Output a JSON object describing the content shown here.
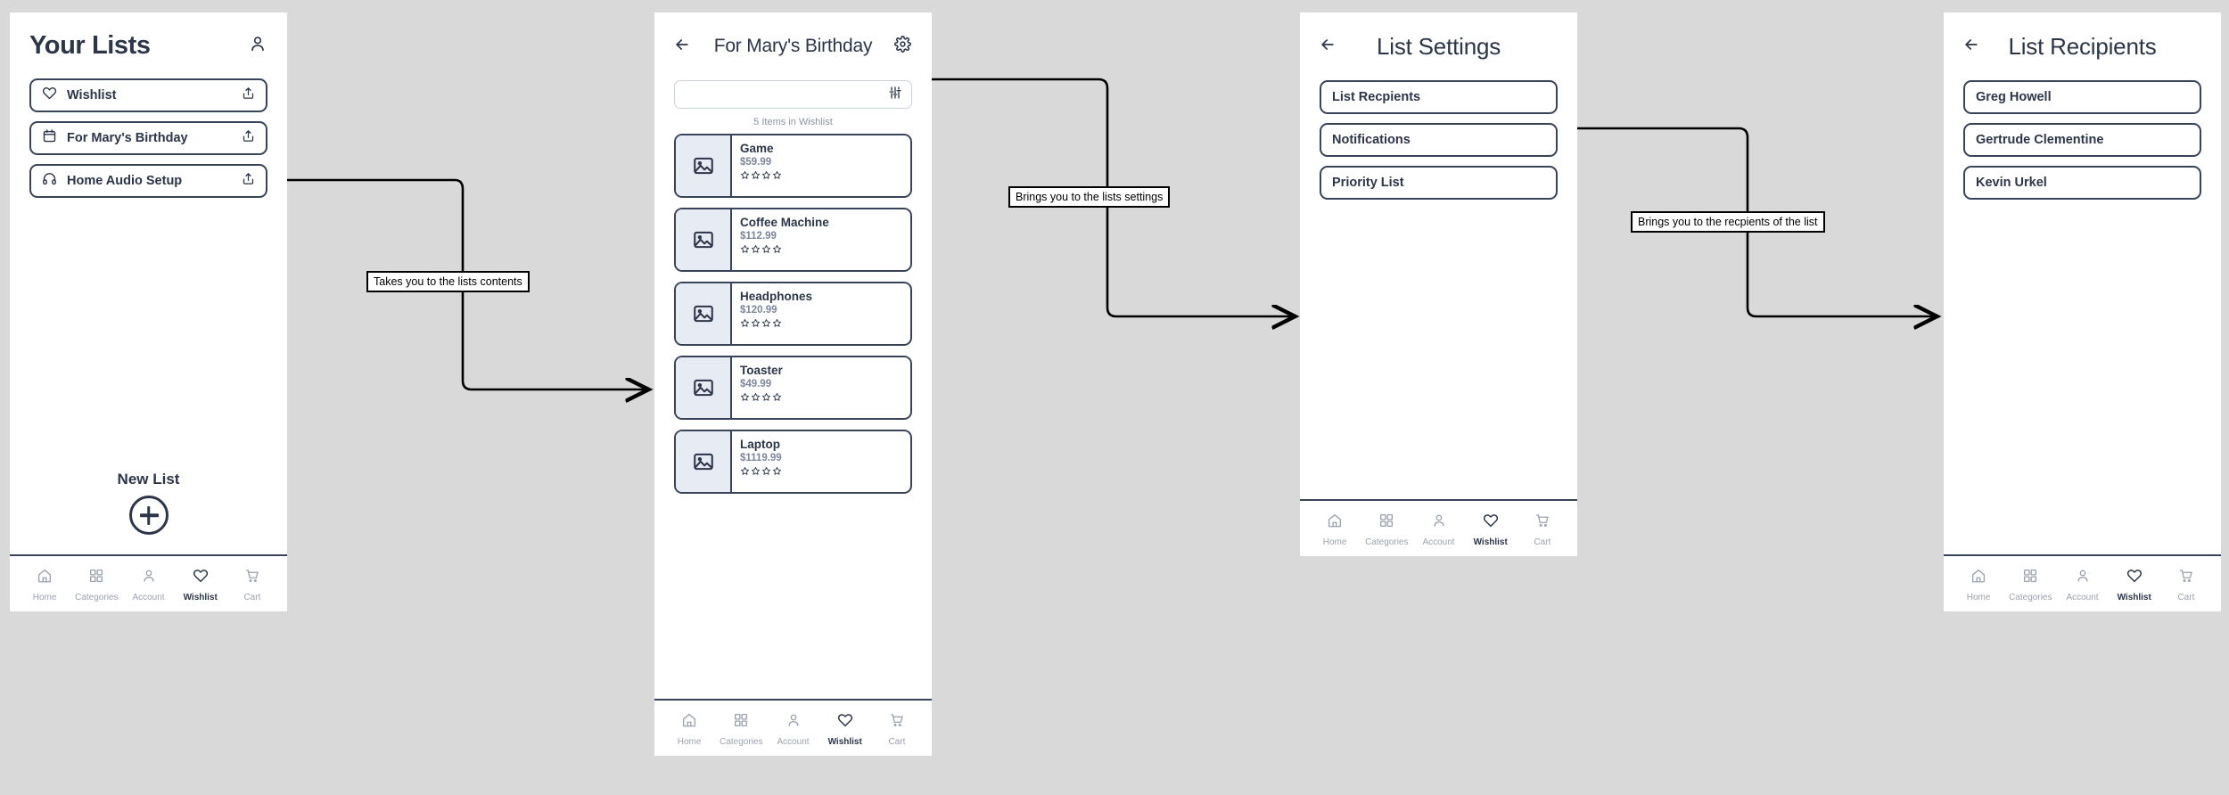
{
  "colors": {
    "background": "#d9d9d9",
    "ink": "#2c3648",
    "outline": "#39435a",
    "muted": "#8b93a3",
    "thumb_fill": "#e7ebf4",
    "annotation": "#000000"
  },
  "screens": {
    "your_lists": {
      "title": "Your Lists",
      "profile_icon": "person-icon",
      "lists": [
        {
          "icon": "heart-icon",
          "label": "Wishlist",
          "share_icon": "share-icon"
        },
        {
          "icon": "calendar-icon",
          "label": "For Mary's Birthday",
          "share_icon": "share-icon"
        },
        {
          "icon": "headphones-icon",
          "label": "Home Audio Setup",
          "share_icon": "share-icon"
        }
      ],
      "new_list_label": "New List",
      "new_list_icon": "plus-circle-icon"
    },
    "list_contents": {
      "back_icon": "arrow-left-icon",
      "title": "For Mary's Birthday",
      "settings_icon": "gear-icon",
      "search_placeholder": "",
      "search_value": "",
      "filter_icon": "filter-sliders-icon",
      "items_count_label": "5 Items in Wishlist",
      "products": [
        {
          "name": "Game",
          "price": "$59.99",
          "stars": 4,
          "thumb_icon": "image-placeholder-icon"
        },
        {
          "name": "Coffee Machine",
          "price": "$112.99",
          "stars": 4,
          "thumb_icon": "image-placeholder-icon"
        },
        {
          "name": "Headphones",
          "price": "$120.99",
          "stars": 4,
          "thumb_icon": "image-placeholder-icon"
        },
        {
          "name": "Toaster",
          "price": "$49.99",
          "stars": 4,
          "thumb_icon": "image-placeholder-icon"
        },
        {
          "name": "Laptop",
          "price": "$1119.99",
          "stars": 4,
          "thumb_icon": "image-placeholder-icon"
        }
      ]
    },
    "list_settings": {
      "back_icon": "arrow-left-icon",
      "title": "List Settings",
      "options": [
        {
          "label": "List Recpients"
        },
        {
          "label": "Notifications"
        },
        {
          "label": "Priority List"
        }
      ]
    },
    "list_recipients": {
      "back_icon": "arrow-left-icon",
      "title": "List Recipients",
      "recipients": [
        {
          "label": "Greg Howell"
        },
        {
          "label": "Gertrude Clementine"
        },
        {
          "label": "Kevin Urkel"
        }
      ]
    }
  },
  "bottom_nav": {
    "items": [
      {
        "icon": "home-icon",
        "label": "Home",
        "active": false
      },
      {
        "icon": "categories-icon",
        "label": "Categories",
        "active": false
      },
      {
        "icon": "account-icon",
        "label": "Account",
        "active": false
      },
      {
        "icon": "heart-icon",
        "label": "Wishlist",
        "active": true
      },
      {
        "icon": "cart-icon",
        "label": "Cart",
        "active": false
      }
    ]
  },
  "annotations": [
    {
      "text": "Takes you to the lists contents"
    },
    {
      "text": "Brings you to the lists settings"
    },
    {
      "text": "Brings you to the recpients of the list"
    }
  ]
}
